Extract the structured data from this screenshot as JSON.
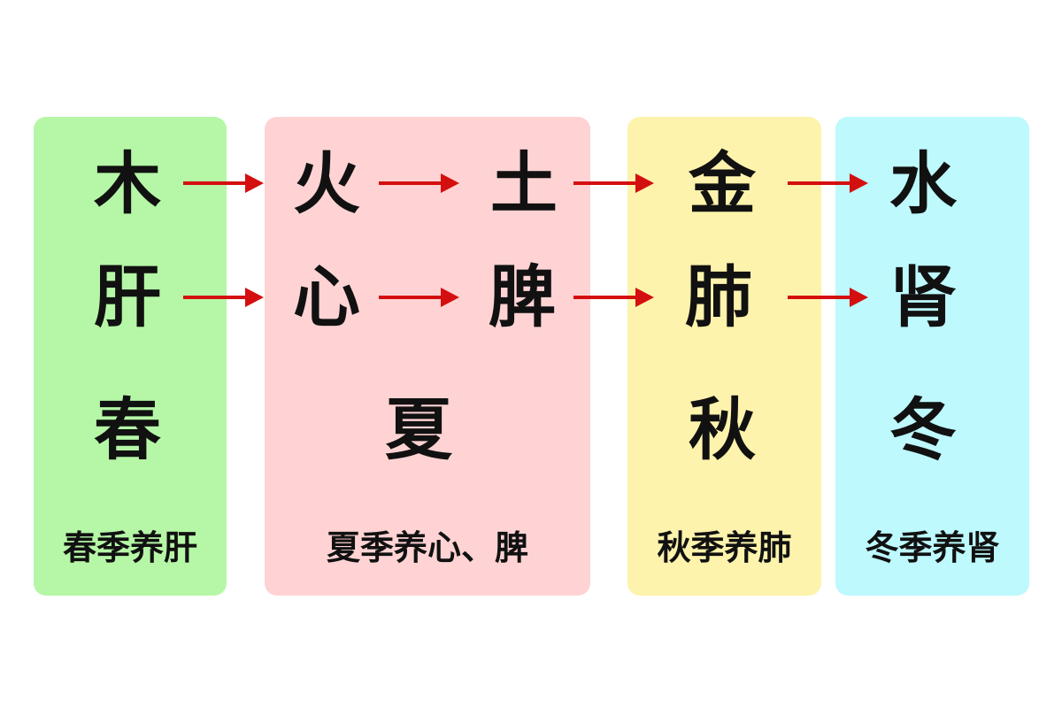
{
  "colors": {
    "spring": "#b5f7a6",
    "summer": "#ffd3d3",
    "autumn": "#fdf3ac",
    "winter": "#bdf9fd",
    "arrow": "#d40f0f",
    "text": "#111111"
  },
  "row_elements": [
    "木",
    "火",
    "土",
    "金",
    "水"
  ],
  "row_organs": [
    "肝",
    "心",
    "脾",
    "肺",
    "肾"
  ],
  "seasons": [
    {
      "name": "春",
      "caption": "春季养肝"
    },
    {
      "name": "夏",
      "caption": "夏季养心、脾"
    },
    {
      "name": "秋",
      "caption": "秋季养肺"
    },
    {
      "name": "冬",
      "caption": "冬季养肾"
    }
  ]
}
